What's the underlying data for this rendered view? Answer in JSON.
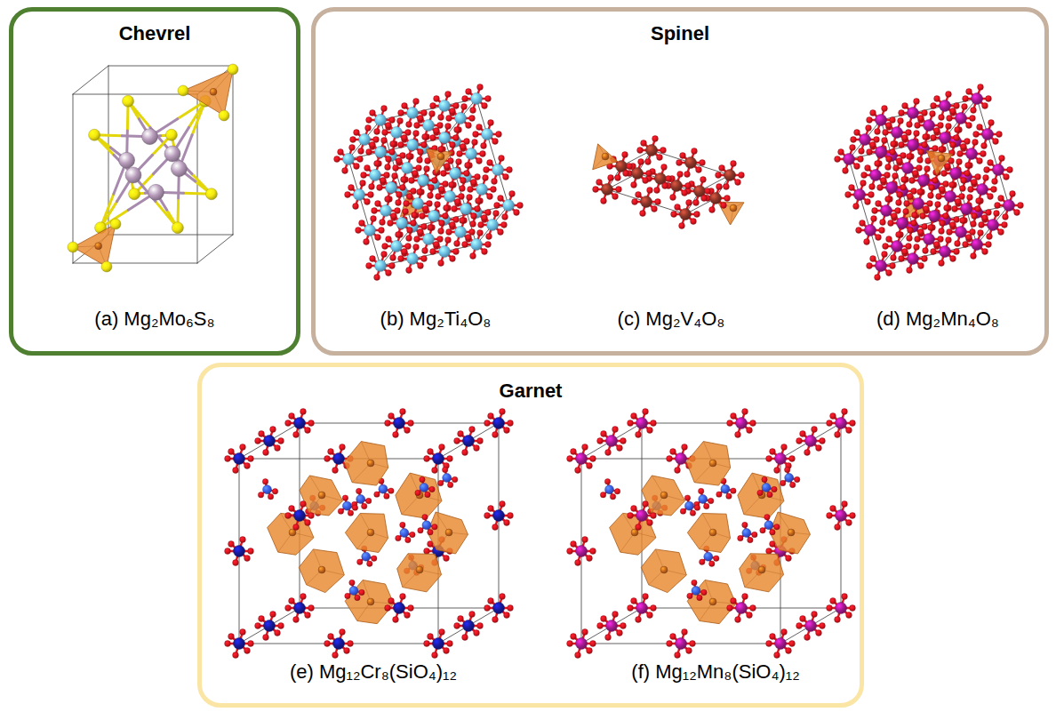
{
  "diagram": {
    "nodes": [
      {
        "text": [
          "Chevrel",
          "(a) Mg₂Mo₆S₈"
        ]
      },
      {
        "text": [
          "Spinel",
          "(b) Mg₂Ti₄O₈",
          "(c) Mg₂V₄O₈",
          "(d) Mg₂Mn₄O₈"
        ]
      },
      {
        "text": [
          "Garnet",
          "(e) Mg₁₂Cr₈(SiO₄)₁₂",
          "(f) Mg₁₂Mn₈(SiO₄)₁₂"
        ]
      }
    ]
  }
}
